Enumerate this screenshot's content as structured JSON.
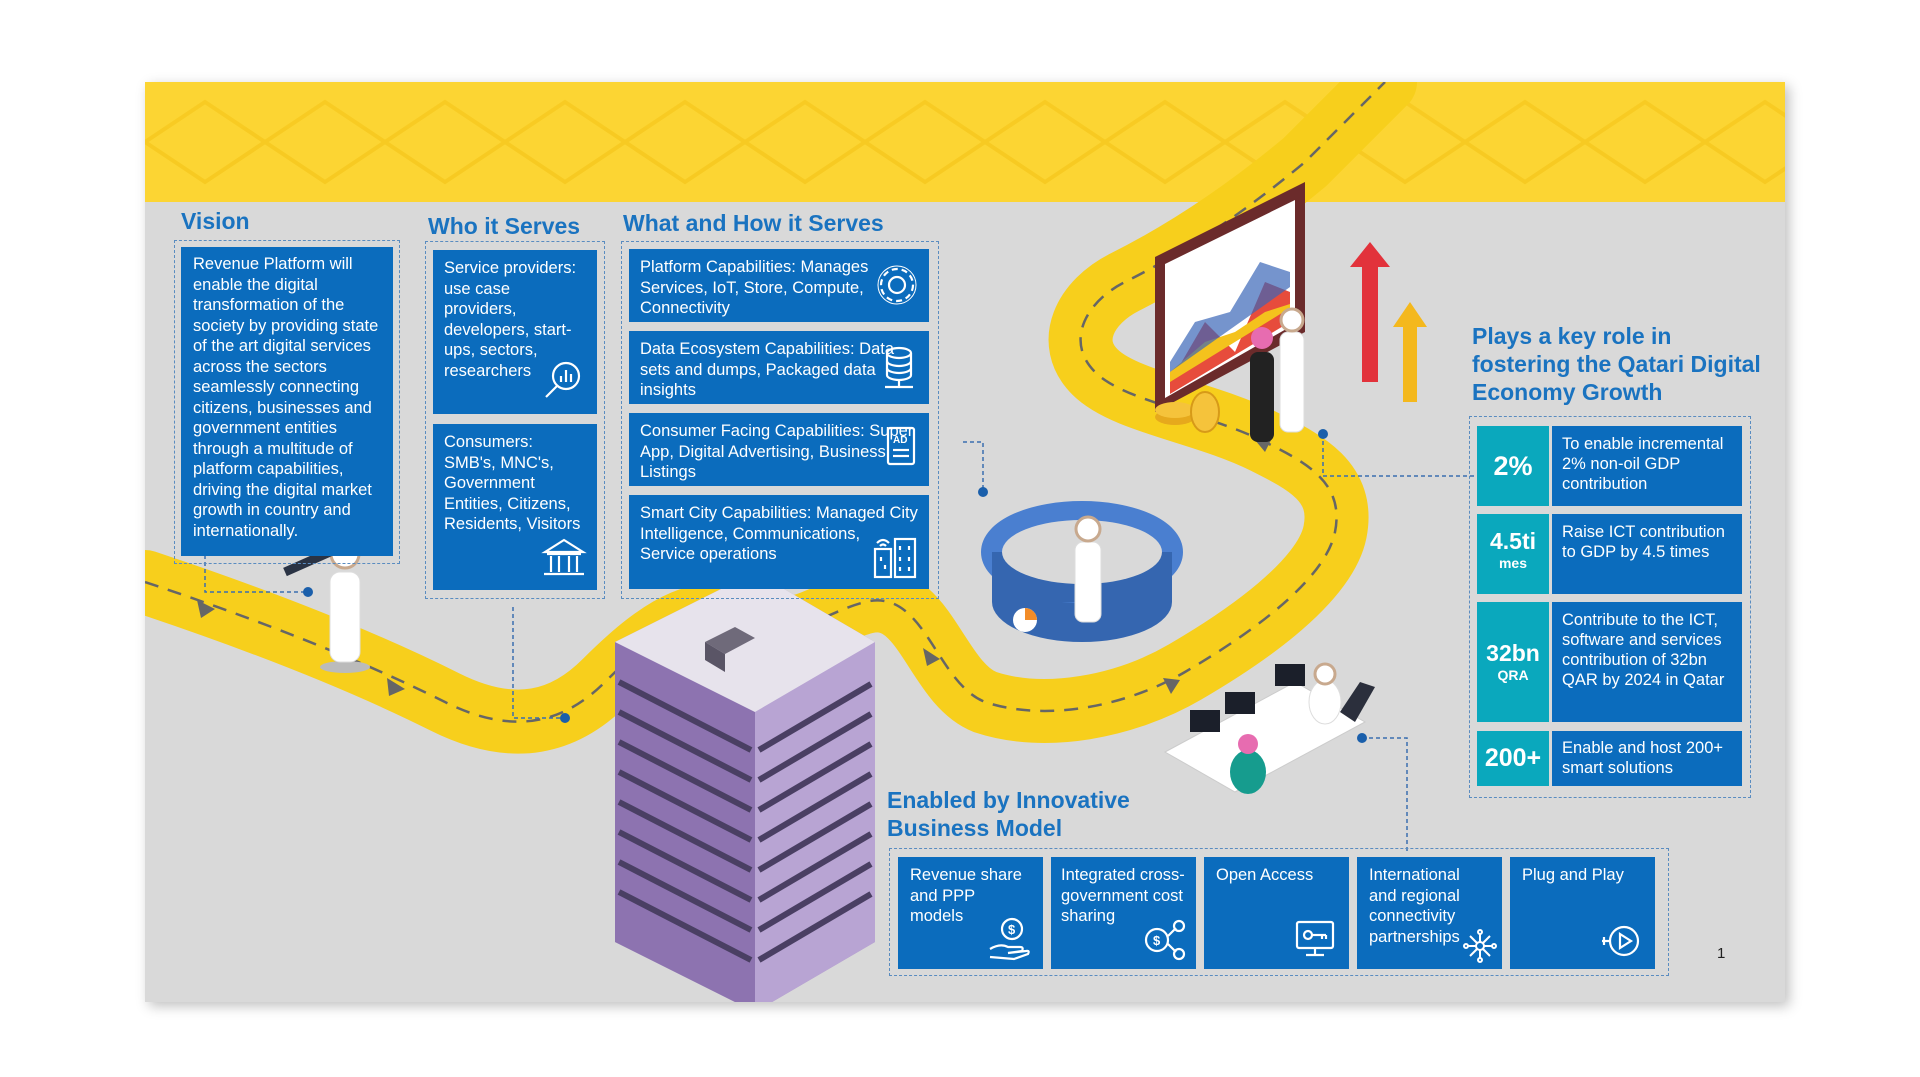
{
  "vision": {
    "heading": "Vision",
    "text": "Revenue Platform will enable the digital transformation of the society by providing state of the art digital services across the sectors seamlessly connecting citizens, businesses and government entities through a multitude of platform capabilities, driving the digital market growth in country and internationally."
  },
  "who": {
    "heading": "Who it Serves",
    "items": [
      {
        "text": "Service providers: use case providers, developers, start-ups, sectors, researchers",
        "icon": "analytics-search-icon"
      },
      {
        "text": "Consumers: SMB's, MNC's, Government Entities, Citizens, Residents, Visitors",
        "icon": "government-building-icon"
      }
    ]
  },
  "what": {
    "heading": "What and How it Serves",
    "items": [
      {
        "text": "Platform Capabilities: Manages Services, IoT, Store, Compute, Connectivity",
        "icon": "gear-icon"
      },
      {
        "text": "Data Ecosystem Capabilities: Data sets and dumps, Packaged data insights",
        "icon": "database-icon"
      },
      {
        "text": "Consumer Facing Capabilities: Super App, Digital Advertising, Business Listings",
        "icon": "ad-document-icon"
      },
      {
        "text": "Smart City Capabilities: Managed City Intelligence, Communications, Service operations",
        "icon": "smart-city-icon"
      }
    ]
  },
  "role": {
    "heading": "Plays a key role in fostering the Qatari Digital Economy Growth",
    "stats": [
      {
        "value": "2%",
        "unit": "",
        "text": "To enable incremental 2% non-oil GDP contribution"
      },
      {
        "value": "4.5ti",
        "unit": "mes",
        "text": "Raise ICT contribution to GDP by 4.5 times"
      },
      {
        "value": "32bn",
        "unit": "QRA",
        "text": "Contribute to the ICT, software and services contribution of 32bn QAR by 2024 in Qatar"
      },
      {
        "value": "200+",
        "unit": "",
        "text": "Enable and host 200+ smart solutions"
      }
    ]
  },
  "model": {
    "heading": "Enabled by Innovative Business Model",
    "items": [
      {
        "text": "Revenue share and PPP models",
        "icon": "hand-money-icon"
      },
      {
        "text": "Integrated cross-government cost sharing",
        "icon": "money-share-icon"
      },
      {
        "text": "Open Access",
        "icon": "monitor-key-icon"
      },
      {
        "text": "International and regional connectivity partnerships",
        "icon": "network-icon"
      },
      {
        "text": "Plug and Play",
        "icon": "plug-play-icon"
      }
    ]
  },
  "page_number": "1",
  "colors": {
    "banner": "#fcd533",
    "background": "#d9d9d9",
    "box_blue": "#0b6cbd",
    "stat_teal": "#0aa8bd",
    "heading_blue": "#1a73c0",
    "road_yellow": "#f7cf1c"
  }
}
